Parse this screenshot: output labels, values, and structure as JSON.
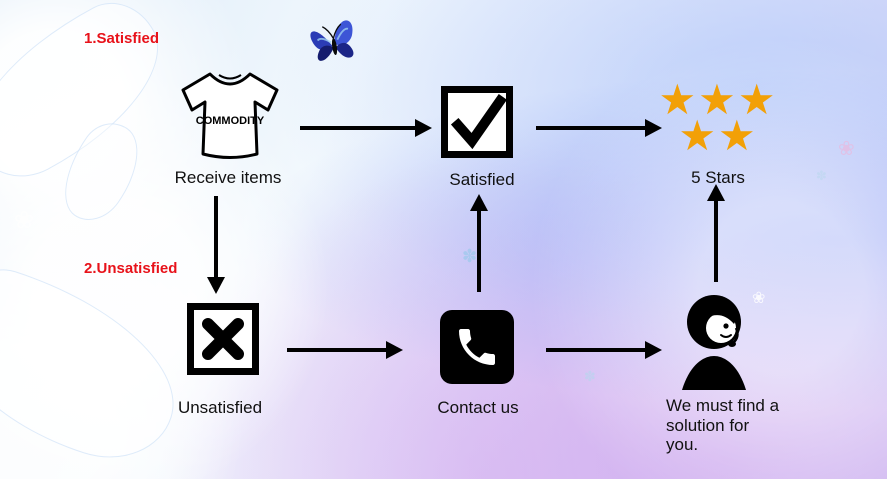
{
  "colors": {
    "label_red": "#e8121a",
    "star_orange": "#f2a007",
    "arrow_black": "#000000",
    "butterfly_blue": "#3d55d6"
  },
  "icons": {
    "star_glyph": "★",
    "flower_glyph_a": "❀",
    "flower_glyph_b": "✽"
  },
  "diagram": {
    "branch1_label": "1.Satisfied",
    "branch2_label": "2.Unsatisfied",
    "receive_label": "Receive items",
    "commodity_text": "COMMODITY",
    "satisfied_label": "Satisfied",
    "stars_label": "5 Stars",
    "star_count": "5",
    "unsatisfied_label": "Unsatisfied",
    "contact_label": "Contact us",
    "solution_label": "We must find a solution for you."
  }
}
